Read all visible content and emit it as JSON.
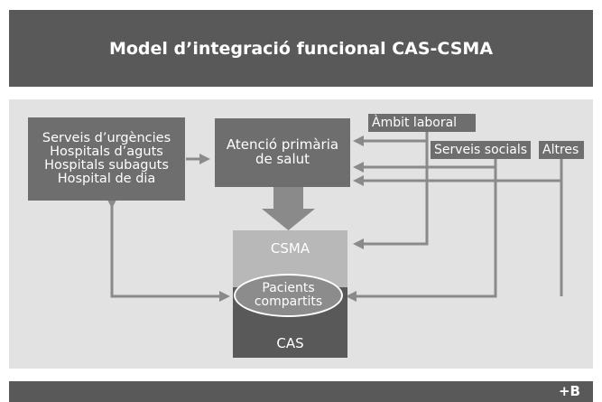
{
  "header": {
    "title": "Model d’integració funcional CAS-CSMA"
  },
  "nodes": {
    "hospital_services": [
      "Serveis d’urgències",
      "Hospitals d’aguts",
      "Hospitals subaguts",
      "Hospital de dia"
    ],
    "primary_care": [
      "Atenció primària",
      "de salut"
    ],
    "ambit_laboral": "Àmbit laboral",
    "serveis_socials": "Serveis socials",
    "altres": "Altres",
    "csma": "CSMA",
    "shared_patients": [
      "Pacients",
      "compartits"
    ],
    "cas": "CAS"
  },
  "footer": {
    "logo_text": "+B"
  },
  "colors": {
    "title_bar": "#595959",
    "diagram_background": "#e2e2e2",
    "box": "#6e6e6e",
    "csma": "#b8b8b8",
    "cas": "#595959",
    "arrow": "#8a8a8a"
  }
}
